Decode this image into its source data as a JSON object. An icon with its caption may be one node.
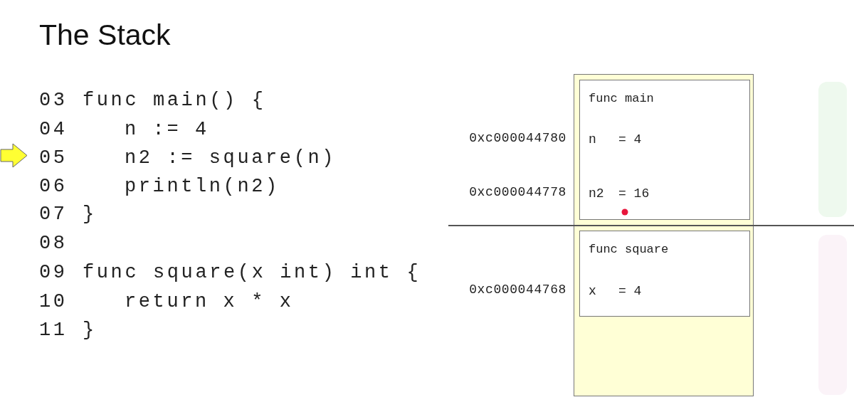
{
  "diagram": {
    "title": "The Stack",
    "nodes": [
      {
        "text": [],
        "shape": "box"
      },
      {
        "text": [
          "func main",
          "n",
          "= 4",
          "n2",
          "= 16"
        ],
        "in": 0,
        "beside": [
          "0xc000044780",
          "0xc000044778"
        ]
      },
      {
        "text": [
          "func square",
          "x",
          "= 4"
        ],
        "in": 0,
        "beside": [
          "0xc000044768"
        ]
      }
    ],
    "edges": [],
    "labels": [
      "03",
      "func main() {",
      "04",
      "n := 4",
      "05",
      "n2 := square(n)",
      "06",
      "println(n2)",
      "07",
      "}",
      "08",
      "09",
      "func square(x int) int {",
      "10",
      "return x * x",
      "11",
      "}"
    ]
  }
}
